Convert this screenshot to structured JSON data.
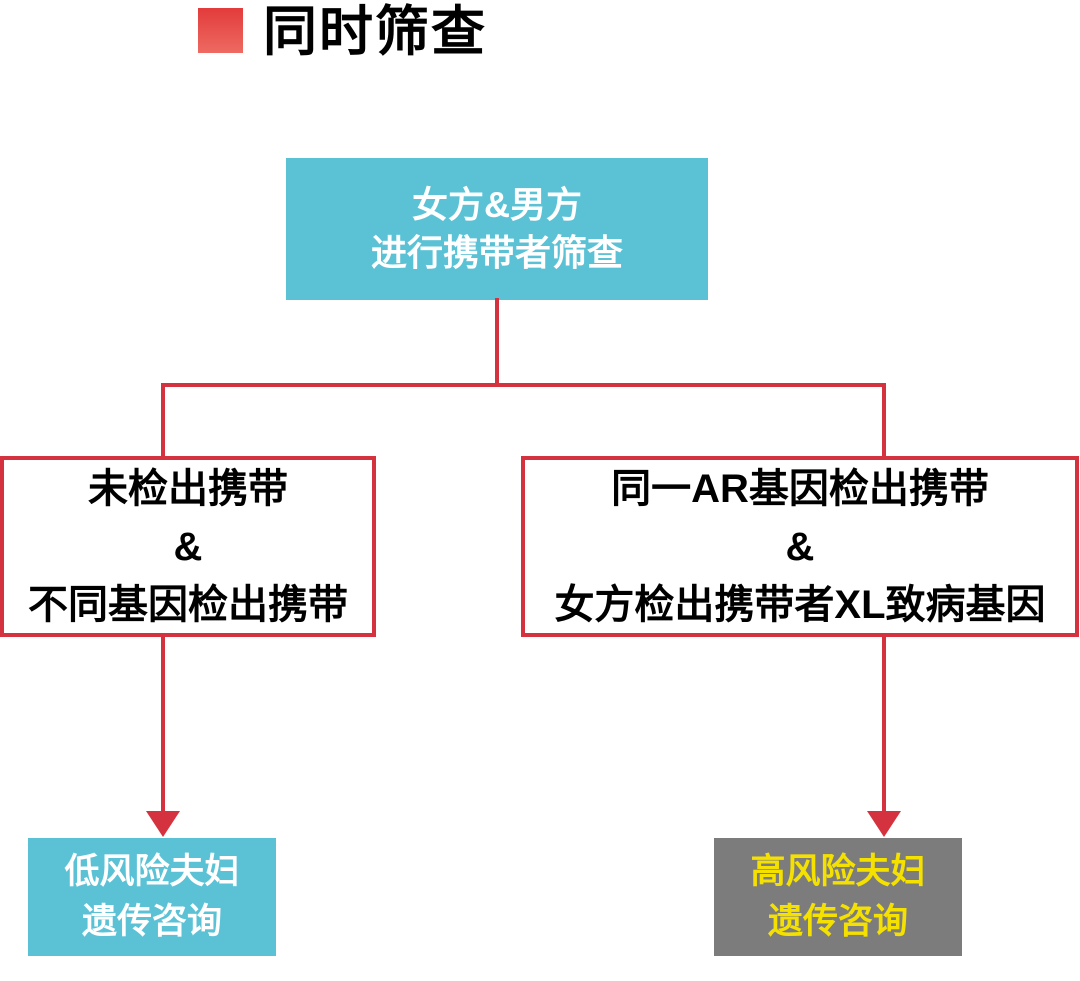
{
  "title": {
    "text": "同时筛查"
  },
  "colors": {
    "accent_red": "#e23b3b",
    "connector_red": "#d5323f",
    "cyan": "#5bc2d6",
    "gray": "#7d7c7c",
    "result_yellow": "#f5e100",
    "text_white": "#ffffff",
    "text_black": "#000000"
  },
  "nodes": {
    "root": {
      "lines": [
        "女方&男方",
        "进行携带者筛查"
      ]
    },
    "left_condition": {
      "lines": [
        "未检出携带",
        "&",
        "不同基因检出携带"
      ]
    },
    "right_condition": {
      "lines": [
        "同一AR基因检出携带",
        "&",
        "女方检出携带者XL致病基因"
      ]
    },
    "left_result": {
      "lines": [
        "低风险夫妇",
        "遗传咨询"
      ]
    },
    "right_result": {
      "lines": [
        "高风险夫妇",
        "遗传咨询"
      ]
    }
  }
}
